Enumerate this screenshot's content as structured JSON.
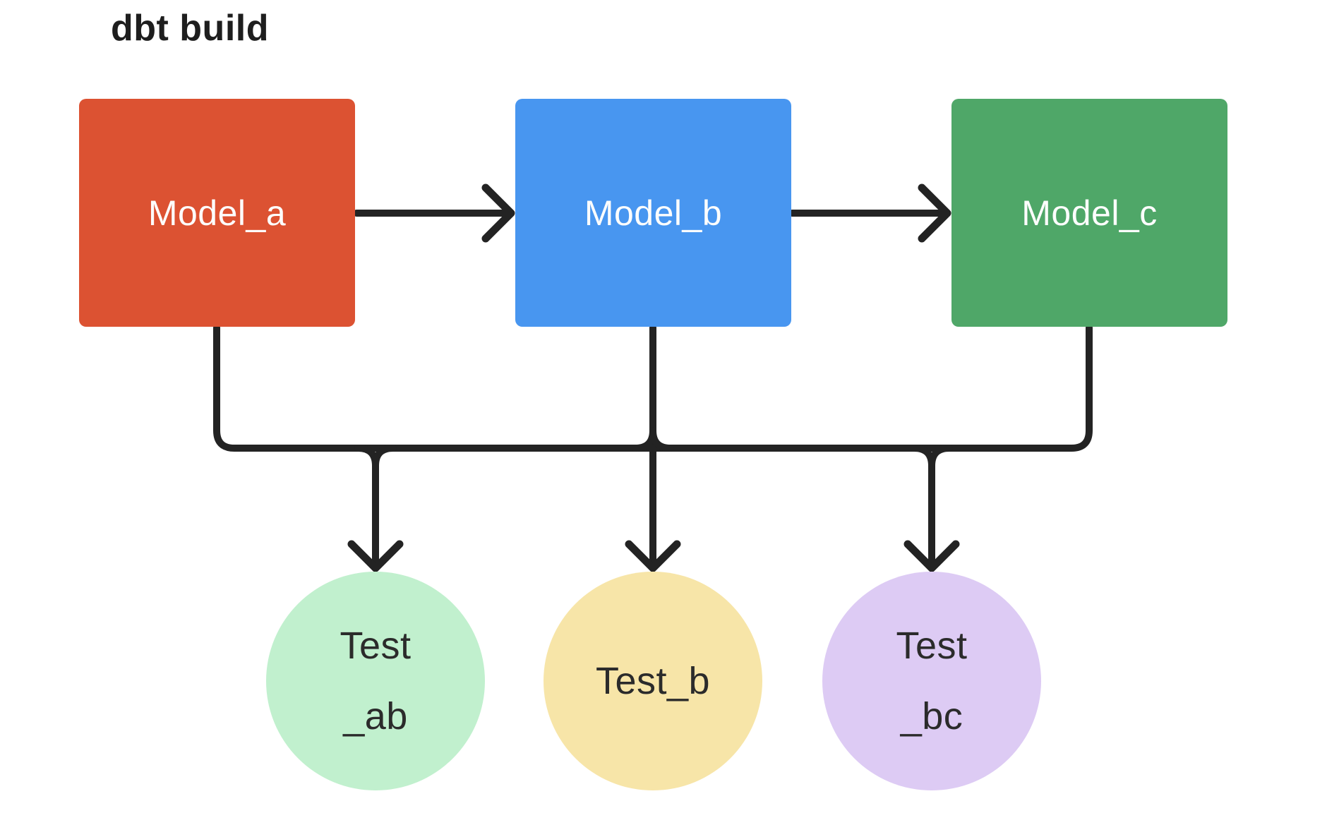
{
  "title": "dbt build",
  "colors": {
    "background": "#ffffff",
    "edge": "#232323",
    "title_text": "#1e1e1e",
    "model_text": "#fdfdfd",
    "test_text": "#2b2b2b"
  },
  "nodes": {
    "models": [
      {
        "id": "model_a",
        "label": "Model_a",
        "fill": "#dc5232"
      },
      {
        "id": "model_b",
        "label": "Model_b",
        "fill": "#4896f0"
      },
      {
        "id": "model_c",
        "label": "Model_c",
        "fill": "#4fa768"
      }
    ],
    "tests": [
      {
        "id": "test_ab",
        "line1": "Test",
        "line2": "_ab",
        "fill": "#c1f0ce"
      },
      {
        "id": "test_b",
        "line1": "Test_b",
        "line2": "",
        "fill": "#f7e5a8"
      },
      {
        "id": "test_bc",
        "line1": "Test",
        "line2": "_bc",
        "fill": "#ddcbf4"
      }
    ]
  },
  "edges": [
    {
      "from": "Model_a",
      "to": "Model_b"
    },
    {
      "from": "Model_b",
      "to": "Model_c"
    },
    {
      "from": "Model_a",
      "to": "Test_ab"
    },
    {
      "from": "Model_b",
      "to": "Test_ab"
    },
    {
      "from": "Model_b",
      "to": "Test_b"
    },
    {
      "from": "Model_b",
      "to": "Test_bc"
    },
    {
      "from": "Model_c",
      "to": "Test_bc"
    }
  ]
}
